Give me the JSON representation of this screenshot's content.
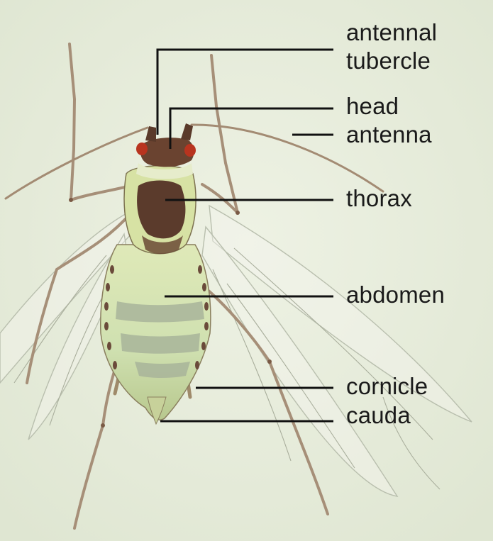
{
  "colors": {
    "background": "#e7ecdc",
    "body": "#c9d79a",
    "thorax": "#5b3b2c",
    "eye": "#b8341f",
    "segment_marks": "#6a4a3a",
    "leader_line": "#111111",
    "text": "#1a1a1a"
  },
  "labels": {
    "antennal_tubercle_line1": "antennal",
    "antennal_tubercle_line2": "tubercle",
    "head": "head",
    "antenna": "antenna",
    "thorax": "thorax",
    "abdomen": "abdomen",
    "cornicle": "cornicle",
    "cauda": "cauda"
  }
}
